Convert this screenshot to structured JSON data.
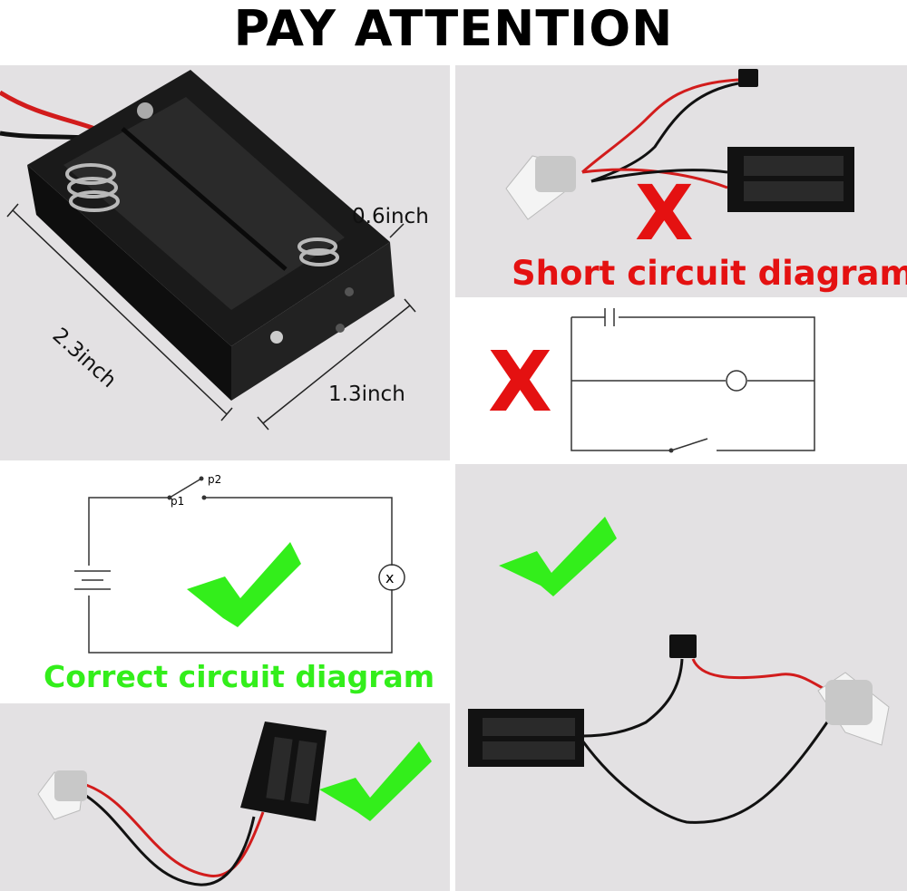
{
  "title": "PAY ATTENTION",
  "dimensions": {
    "height": "0.6inch",
    "length": "2.3inch",
    "width": "1.3inch"
  },
  "captions": {
    "short_circuit": "Short circuit diagram",
    "correct_circuit": "Correct circuit diagram"
  },
  "symbols": {
    "wrong_mark": "X",
    "lamp": "x",
    "switch_p1": "p1",
    "switch_p2": "p2"
  },
  "colors": {
    "wrong": "#e41111",
    "correct": "#33ee1b",
    "panel_bg": "#e3e1e3",
    "holder": "#141414"
  },
  "icons": [
    "cross-icon",
    "check-icon"
  ]
}
